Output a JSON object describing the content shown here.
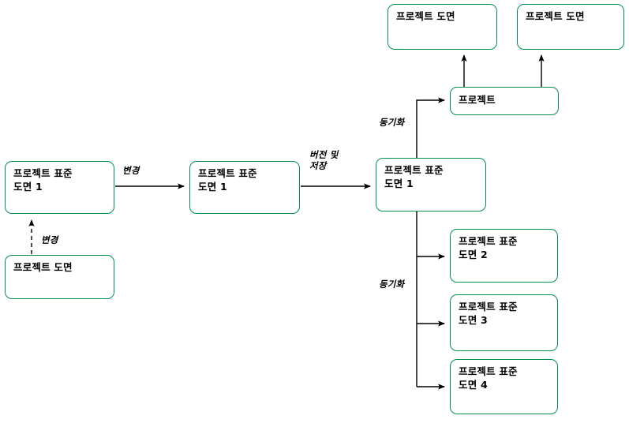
{
  "diagram": {
    "title": "Project standard drawing synchronization flow",
    "background_color": "#ffffff",
    "node_border_color": "#009150",
    "connector_color": "#000000",
    "nodes": [
      {
        "id": "top_left_project_drawing",
        "label": "프로젝트 도면"
      },
      {
        "id": "top_right_project_drawing",
        "label": "프로젝트 도면"
      },
      {
        "id": "project",
        "label": "프로젝트"
      },
      {
        "id": "std_drawing_1_a",
        "label": "프로젝트 표준\n도면 1"
      },
      {
        "id": "std_drawing_1_b",
        "label": "프로젝트 표준\n도면 1"
      },
      {
        "id": "std_drawing_1_c",
        "label": "프로젝트 표준\n도면 1"
      },
      {
        "id": "project_drawing_source",
        "label": "프로젝트 도면"
      },
      {
        "id": "std_drawing_2",
        "label": "프로젝트 표준\n도면 2"
      },
      {
        "id": "std_drawing_3",
        "label": "프로젝트 표준\n도면 3"
      },
      {
        "id": "std_drawing_4",
        "label": "프로젝트 표준\n도면 4"
      }
    ],
    "edge_labels": [
      {
        "id": "change_dashed",
        "label": "변경"
      },
      {
        "id": "change_solid",
        "label": "변경"
      },
      {
        "id": "version_and_save",
        "label": "버전 및\n저장"
      },
      {
        "id": "sync_upper",
        "label": "동기화"
      },
      {
        "id": "sync_lower",
        "label": "동기화"
      }
    ]
  }
}
